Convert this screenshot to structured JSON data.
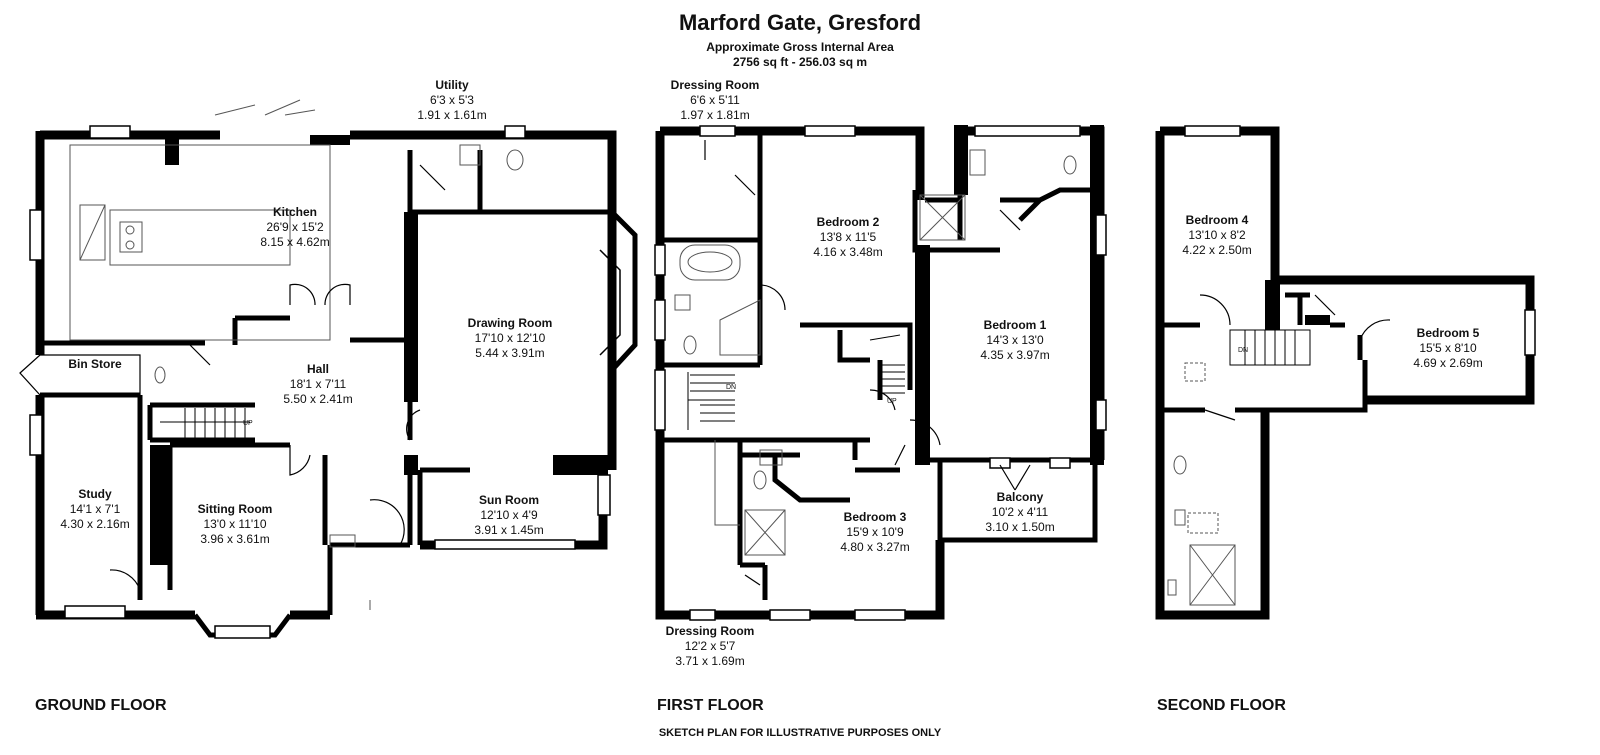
{
  "header": {
    "title": "Marford Gate, Gresford",
    "subtitle": "Approximate Gross Internal Area",
    "area": "2756 sq ft - 256.03 sq m"
  },
  "rooms": {
    "kitchen": {
      "name": "Kitchen",
      "imperial": "26'9 x 15'2",
      "metric": "8.15 x 4.62m"
    },
    "utility": {
      "name": "Utility",
      "imperial": "6'3 x 5'3",
      "metric": "1.91 x 1.61m"
    },
    "bin_store": {
      "name": "Bin Store"
    },
    "hall": {
      "name": "Hall",
      "imperial": "18'1 x 7'11",
      "metric": "5.50 x 2.41m"
    },
    "drawing_room": {
      "name": "Drawing Room",
      "imperial": "17'10 x 12'10",
      "metric": "5.44 x 3.91m"
    },
    "study": {
      "name": "Study",
      "imperial": "14'1 x 7'1",
      "metric": "4.30 x 2.16m"
    },
    "sitting_room": {
      "name": "Sitting Room",
      "imperial": "13'0 x 11'10",
      "metric": "3.96 x 3.61m"
    },
    "sun_room": {
      "name": "Sun Room",
      "imperial": "12'10 x 4'9",
      "metric": "3.91 x 1.45m"
    },
    "dressing_1": {
      "name": "Dressing Room",
      "imperial": "6'6 x 5'11",
      "metric": "1.97 x 1.81m"
    },
    "bedroom_2": {
      "name": "Bedroom 2",
      "imperial": "13'8 x 11'5",
      "metric": "4.16 x 3.48m"
    },
    "bedroom_1": {
      "name": "Bedroom 1",
      "imperial": "14'3 x 13'0",
      "metric": "4.35 x 3.97m"
    },
    "bedroom_3": {
      "name": "Bedroom 3",
      "imperial": "15'9 x 10'9",
      "metric": "4.80 x 3.27m"
    },
    "balcony": {
      "name": "Balcony",
      "imperial": "10'2 x 4'11",
      "metric": "3.10 x 1.50m"
    },
    "dressing_2": {
      "name": "Dressing Room",
      "imperial": "12'2 x 5'7",
      "metric": "3.71 x 1.69m"
    },
    "bedroom_4": {
      "name": "Bedroom 4",
      "imperial": "13'10 x 8'2",
      "metric": "4.22 x 2.50m"
    },
    "bedroom_5": {
      "name": "Bedroom 5",
      "imperial": "15'5 x 8'10",
      "metric": "4.69 x 2.69m"
    }
  },
  "stair_labels": {
    "up": "UP",
    "dn": "DN"
  },
  "floors": {
    "ground": "GROUND FLOOR",
    "first": "FIRST FLOOR",
    "second": "SECOND FLOOR"
  },
  "footer": "SKETCH PLAN FOR ILLUSTRATIVE PURPOSES ONLY",
  "colors": {
    "wall": "#000000",
    "fixture": "#555555",
    "background": "#ffffff"
  }
}
